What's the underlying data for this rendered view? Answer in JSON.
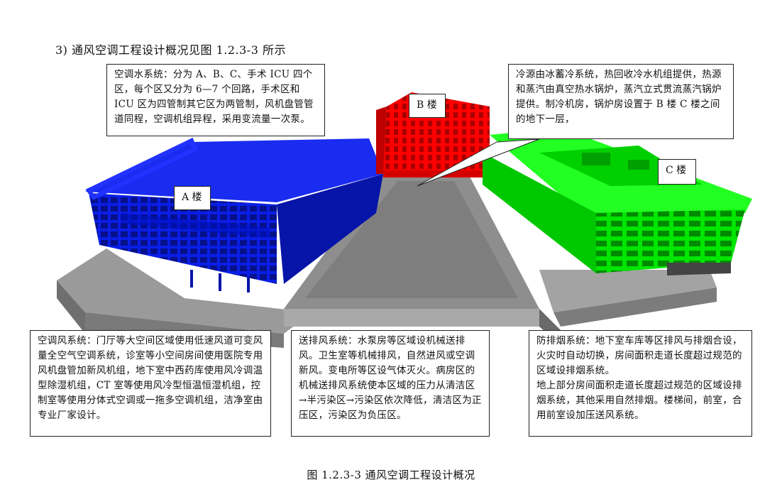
{
  "heading": "3) 通风空调工程设计概况见图 1.2.3-3 所示",
  "building_labels": {
    "a": "A 楼",
    "b": "B 楼",
    "c": "C 楼"
  },
  "callouts": {
    "water_system": "空调水系统：分为 A、B、C、手术 ICU 四个区，每个区又分为 6—7 个回路，手术区和 ICU 区为四管制其它区为两管制，风机盘管管道同程，空调机组异程，采用变流量一次泵。",
    "cold_heat_source": "冷源由冰蓄冷系统，热回收冷水机组提供，热源和蒸汽由真空热水锅炉，蒸汽立式贯流蒸汽锅炉提供。制冷机房，锅炉房设置于 B 楼 C 楼之间的地下一层，",
    "air_system": "空调风系统：门厅等大空间区域使用低速风道可变风量全空气空调系统，诊室等小空间房间使用医院专用风机盘管加新风机组，地下室中西药库使用风冷调温型除湿机组，CT 室等使用风冷型恒温恒湿机组，控制室等使用分体式空调或一拖多空调机组，洁净室由专业厂家设计。",
    "supply_exhaust": "送排风系统：水泵房等区域设机械送排风。卫生室等机械排风，自然进风或空调新风。变电所等区设气体灭火。病房区的机械送排风系统使本区域的压力从清洁区→半污染区→污染区依次降低，清洁区为正压区，污染区为负压区。",
    "smoke_control": "防排烟系统：地下室车库等区排风与排烟合设，火灾时自动切换，房间面积走道长度超过规范的区域设排烟系统。\n地上部分房间面积走道长度超过规范的区域设排烟系统，其他采用自然排烟。楼梯间，前室，合用前室设加压送风系统。"
  },
  "caption": "图 1.2.3-3   通风空调工程设计概况",
  "colors": {
    "building_a": "#0a1ee6",
    "building_b": "#ff0000",
    "building_c": "#00e600",
    "ground": "#8c8c8c"
  }
}
